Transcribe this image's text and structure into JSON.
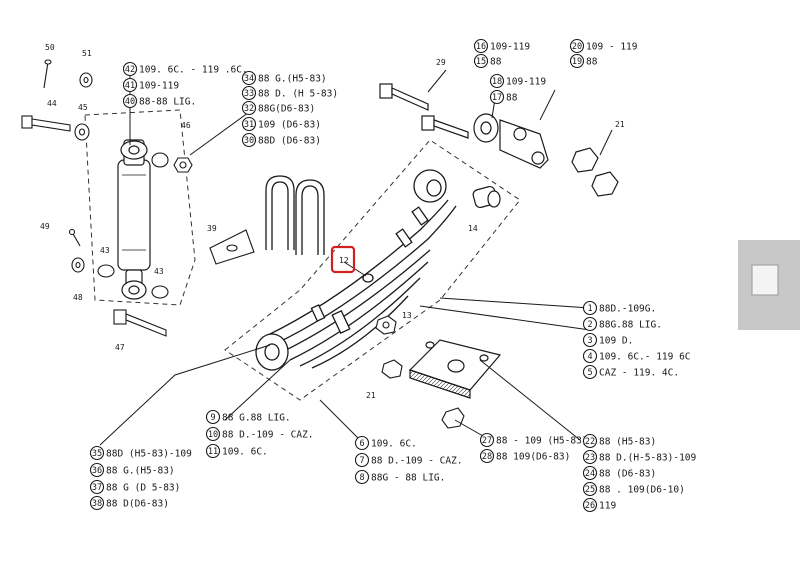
{
  "callouts": [
    {
      "id": "42",
      "text": "109. 6C. - 119 .6C."
    },
    {
      "id": "41",
      "text": "109-119"
    },
    {
      "id": "40",
      "text": "88-88 LIG."
    },
    {
      "id": "34",
      "text": "88 G.(H5-83)"
    },
    {
      "id": "33",
      "text": "88 D. (H 5-83)"
    },
    {
      "id": "32",
      "text": "88G(D6-83)"
    },
    {
      "id": "31",
      "text": "109  (D6-83)"
    },
    {
      "id": "30",
      "text": "88D (D6-83)"
    },
    {
      "id": "16",
      "text": "109-119"
    },
    {
      "id": "15",
      "text": "88"
    },
    {
      "id": "18",
      "text": "109-119"
    },
    {
      "id": "17",
      "text": "88"
    },
    {
      "id": "20",
      "text": "109 - 119"
    },
    {
      "id": "19",
      "text": "88"
    },
    {
      "id": "1",
      "text": "88D.-109G."
    },
    {
      "id": "2",
      "text": "88G.88 LIG."
    },
    {
      "id": "3",
      "text": "109 D."
    },
    {
      "id": "4",
      "text": "109. 6C.- 119 6C"
    },
    {
      "id": "5",
      "text": "CAZ - 119. 4C."
    },
    {
      "id": "9",
      "text": "88 G.88 LIG."
    },
    {
      "id": "10",
      "text": "88 D.-109 - CAZ."
    },
    {
      "id": "11",
      "text": "109. 6C."
    },
    {
      "id": "6",
      "text": "109. 6C."
    },
    {
      "id": "7",
      "text": "88 D.-109 - CAZ."
    },
    {
      "id": "8",
      "text": "88G - 88 LIG."
    },
    {
      "id": "35",
      "text": "88D (H5-83)-109"
    },
    {
      "id": "36",
      "text": "88 G.(H5-83)"
    },
    {
      "id": "37",
      "text": "88 G (D 5-83)"
    },
    {
      "id": "38",
      "text": "88 D(D6-83)"
    },
    {
      "id": "27",
      "text": "88 - 109 (H5-83)"
    },
    {
      "id": "28",
      "text": "88 109(D6-83)"
    },
    {
      "id": "22",
      "text": "88 (H5-83)"
    },
    {
      "id": "23",
      "text": "88 D.(H-5-83)-109"
    },
    {
      "id": "24",
      "text": "88 (D6-83)"
    },
    {
      "id": "25",
      "text": "88 . 109(D6-10)"
    },
    {
      "id": "26",
      "text": "119"
    }
  ],
  "labels": [
    "50",
    "51",
    "44",
    "45",
    "46",
    "49",
    "48",
    "43",
    "43",
    "47",
    "39",
    "29",
    "21",
    "14",
    "13",
    "21",
    "12"
  ],
  "highlight": {
    "label": "12",
    "color": "#d02020"
  },
  "colors": {
    "ink": "#1a1a1a",
    "highlight": "#d02020",
    "paper": "#ffffff"
  }
}
